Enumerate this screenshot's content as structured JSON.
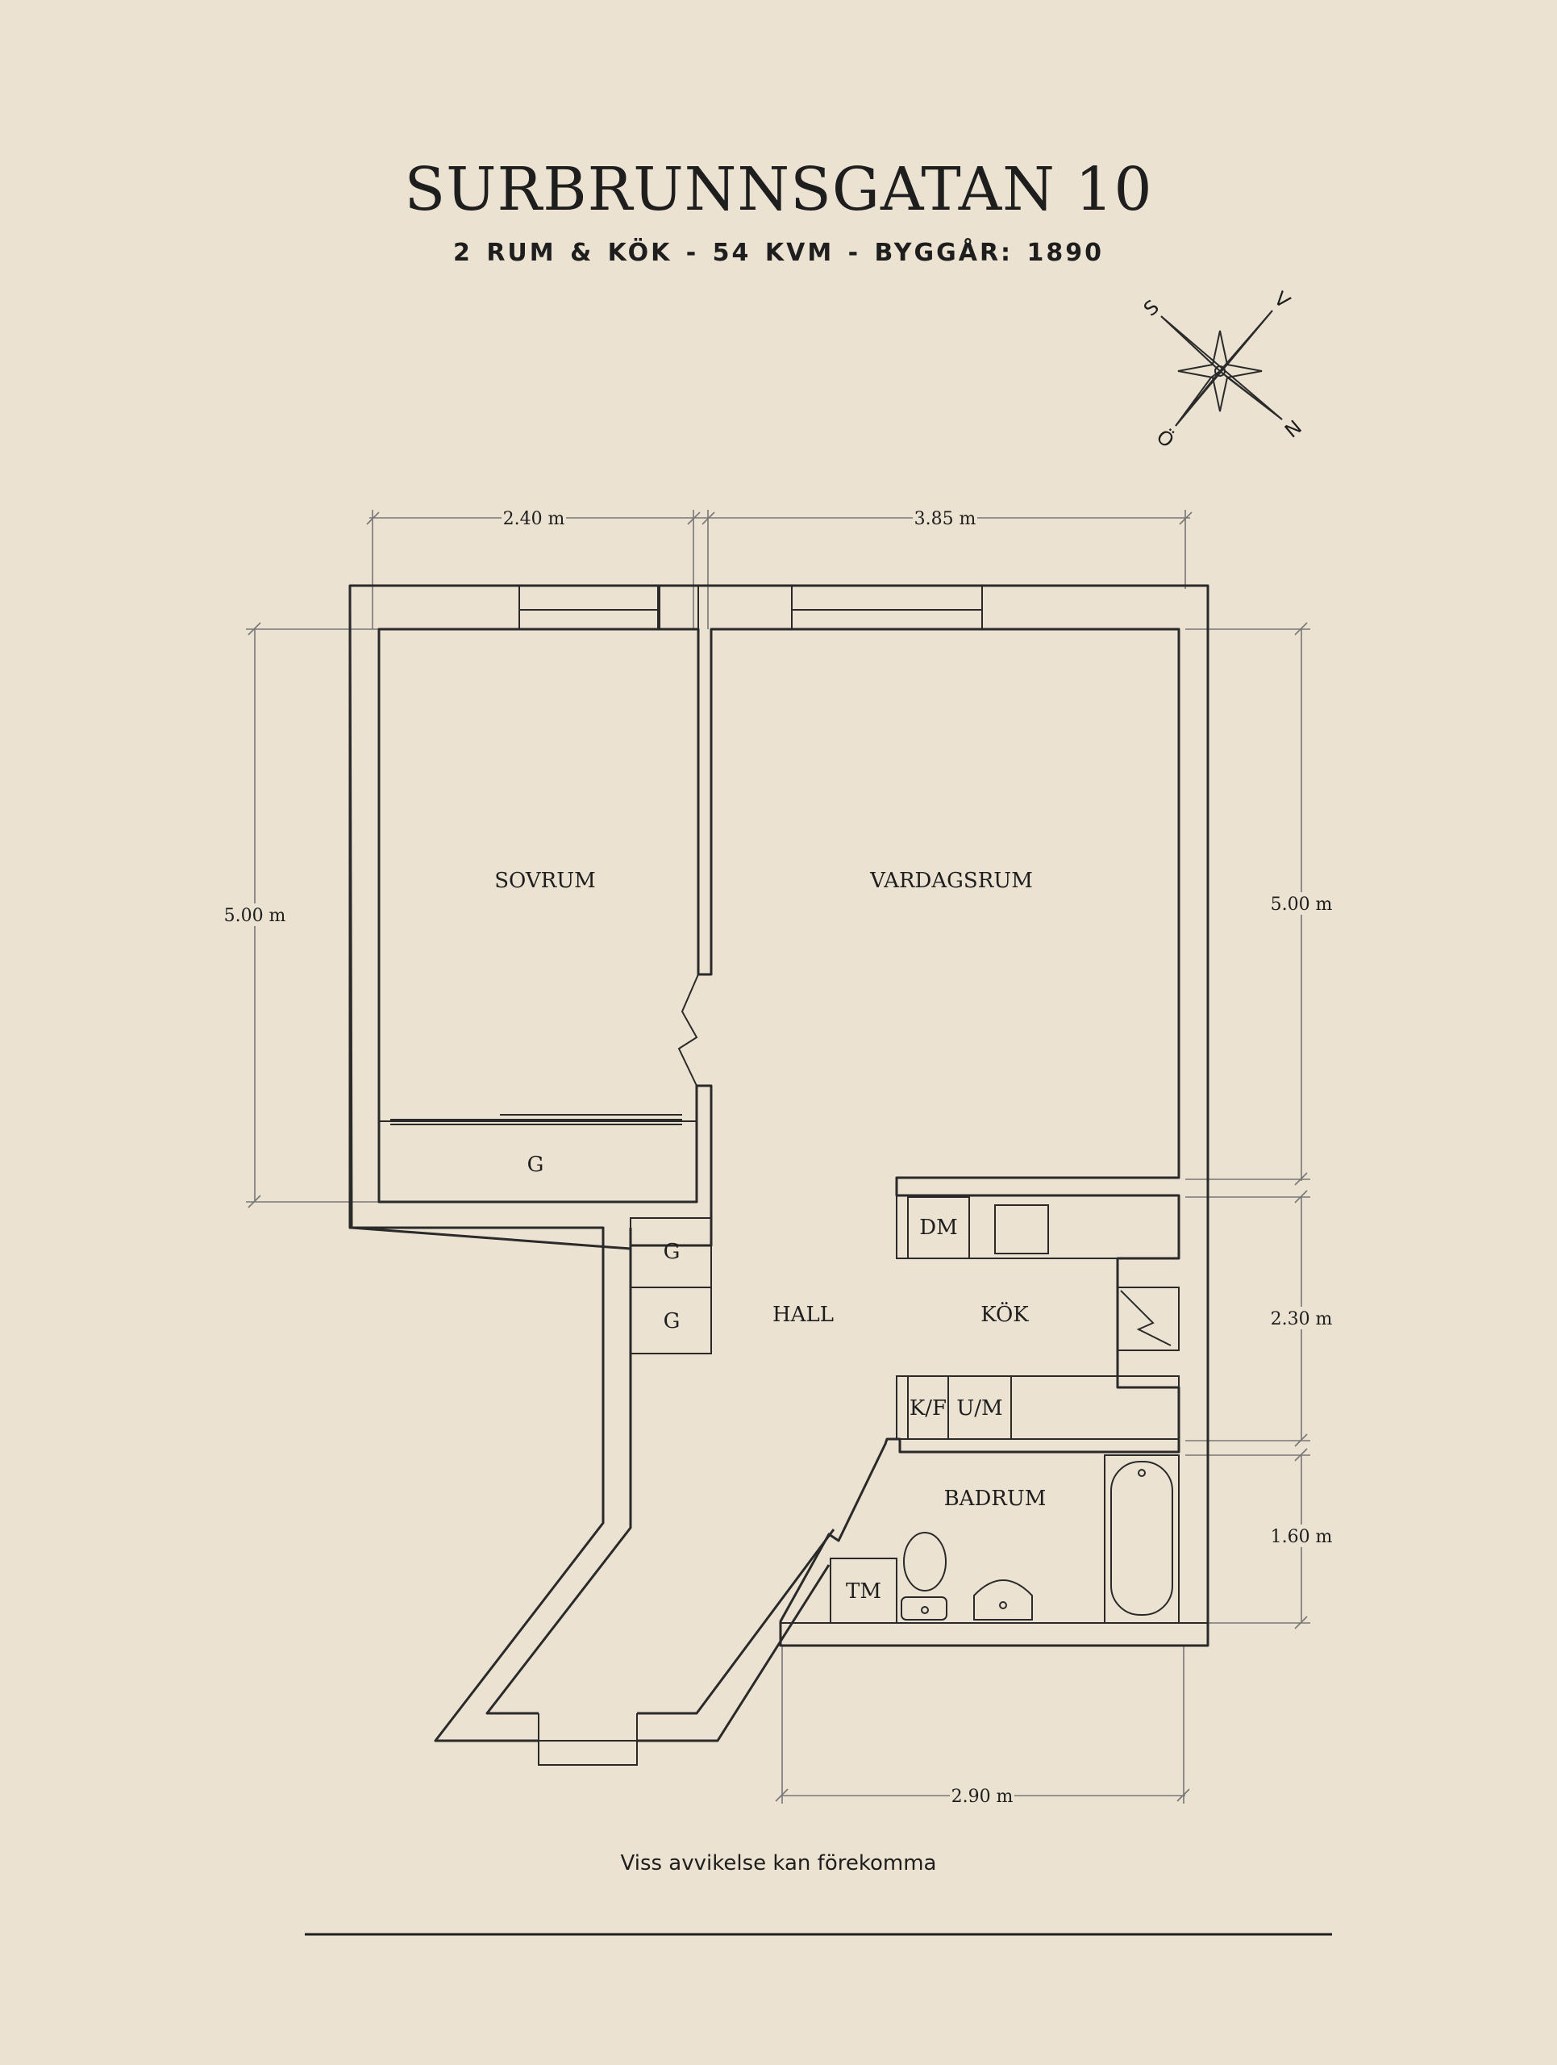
{
  "header": {
    "title": "SURBRUNNSGATAN 10",
    "subtitle": "2 RUM & KÖK  -  54 KVM  -  BYGGÅR: 1890"
  },
  "compass": {
    "s": "S",
    "v": "V",
    "n": "N",
    "o": "Ö"
  },
  "rooms": {
    "sovrum": "SOVRUM",
    "vardagsrum": "VARDAGSRUM",
    "hall": "HALL",
    "kok": "KÖK",
    "badrum": "BADRUM"
  },
  "fixtures": {
    "wardrobe_bedroom": "G",
    "wardrobe_hall_1": "G",
    "wardrobe_hall_2": "G",
    "dishwasher": "DM",
    "fridge_freezer": "K/F",
    "oven_microwave": "U/M",
    "washing_machine": "TM"
  },
  "dimensions": {
    "top_left_width": "2.40 m",
    "top_right_width": "3.85 m",
    "left_height": "5.00 m",
    "right_height": "5.00 m",
    "kitchen_height": "2.30 m",
    "bath_height": "1.60 m",
    "bottom_width": "2.90 m"
  },
  "footer": {
    "disclaimer": "Viss avvikelse kan förekomma"
  },
  "colors": {
    "background": "#ebe2d2",
    "ink": "#2a2a2a",
    "dimension_line": "#777777"
  }
}
